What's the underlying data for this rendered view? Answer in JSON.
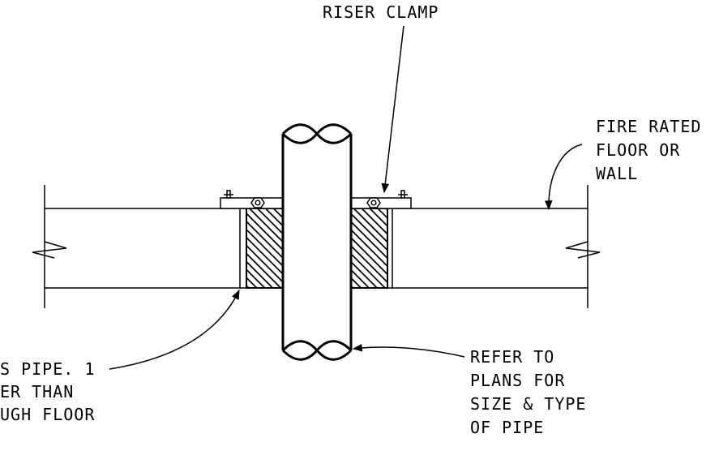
{
  "labels": {
    "riser_clamp": "RISER CLAMP",
    "fire_rated": [
      "FIRE RATED",
      "FLOOR OR",
      "WALL"
    ],
    "sleeve": [
      "S PIPE. 1",
      "ER THAN",
      "UGH FLOOR"
    ],
    "refer": [
      "REFER TO",
      "PLANS FOR",
      "SIZE & TYPE",
      "OF PIPE"
    ]
  },
  "colors": {
    "line": "#000000",
    "background": "#ffffff"
  }
}
